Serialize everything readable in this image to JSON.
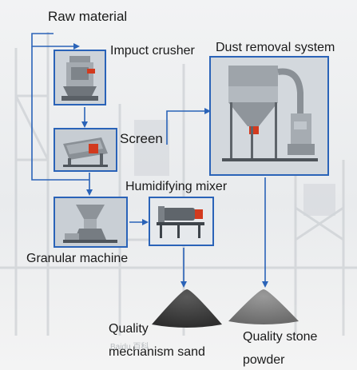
{
  "diagram": {
    "colors": {
      "arrow": "#2a63b8",
      "box_border": "#2a63b8",
      "machine_box_bg": "#c9cfd6",
      "accent_red": "#d23a1e",
      "sand_dark": "#3b3b3b",
      "powder_gray": "#7a7a7a"
    },
    "labels": {
      "raw_material": "Raw material",
      "impact_crusher": "Impuct crusher",
      "dust_removal": "Dust  removal system",
      "screen": "Screen",
      "humidifying_mixer": "Humidifying mixer",
      "granular_machine": "Granular machine",
      "quality_sand_line1": "Quality",
      "quality_sand_line2": "mechanism sand",
      "quality_powder_line1": "Quality stone",
      "quality_powder_line2": "powder"
    },
    "watermark": "Baidu 百科",
    "icons": {
      "impact_crusher": "impact-crusher-machine-icon",
      "screen": "vibrating-screen-machine-icon",
      "dust_removal": "dust-collector-machine-icon",
      "granular": "granulator-machine-icon",
      "mixer": "humidifying-mixer-machine-icon",
      "sand": "sand-pile-icon",
      "powder": "powder-pile-icon"
    }
  }
}
